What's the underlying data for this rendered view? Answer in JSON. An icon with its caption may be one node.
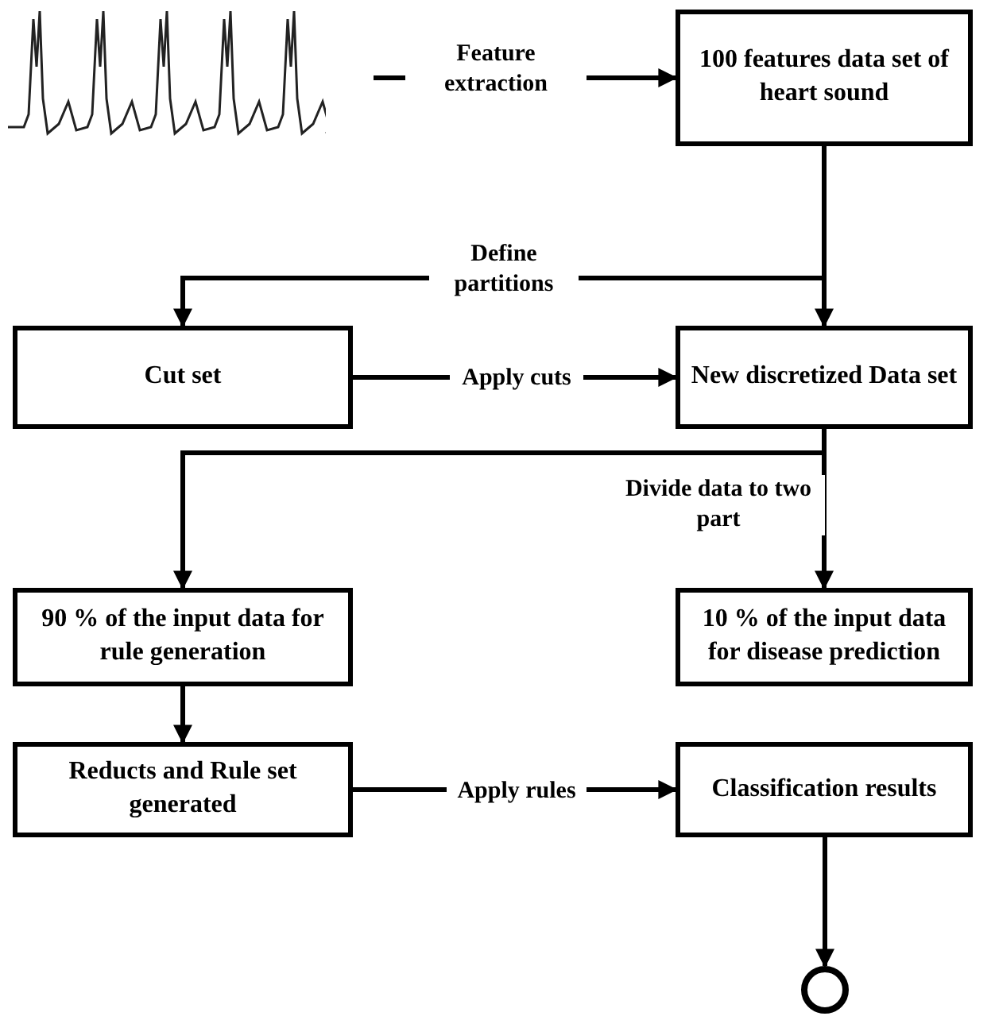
{
  "diagram": {
    "nodes": [
      {
        "text": [],
        "shape": "picture"
      },
      {
        "text": [
          "100 features data set of heart sound"
        ]
      },
      {
        "text": [
          "Cut set"
        ]
      },
      {
        "text": [
          "New discretized Data set"
        ]
      },
      {
        "text": [
          "90 % of the input data for rule generation"
        ]
      },
      {
        "text": [
          "10 % of the input data for disease prediction"
        ]
      },
      {
        "text": [
          "Reducts and Rule set generated"
        ]
      },
      {
        "text": [
          "Classification results"
        ]
      },
      {
        "text": [],
        "shape": "circle"
      }
    ],
    "edges": [
      {
        "from": 0,
        "to": 1,
        "arrow": "to",
        "label": "Feature extraction"
      },
      {
        "from": 1,
        "to": 2,
        "arrow": "to",
        "label": "Define partitions"
      },
      {
        "from": 1,
        "to": 3,
        "arrow": "to"
      },
      {
        "from": 2,
        "to": 3,
        "arrow": "to",
        "label": "Apply cuts"
      },
      {
        "from": 3,
        "to": 4,
        "arrow": "to"
      },
      {
        "from": 3,
        "to": 5,
        "arrow": "to",
        "label": "Divide data to two part"
      },
      {
        "from": 4,
        "to": 6,
        "arrow": "to"
      },
      {
        "from": 6,
        "to": 7,
        "arrow": "to",
        "label": "Apply rules"
      },
      {
        "from": 7,
        "to": 8,
        "arrow": "to"
      }
    ]
  }
}
